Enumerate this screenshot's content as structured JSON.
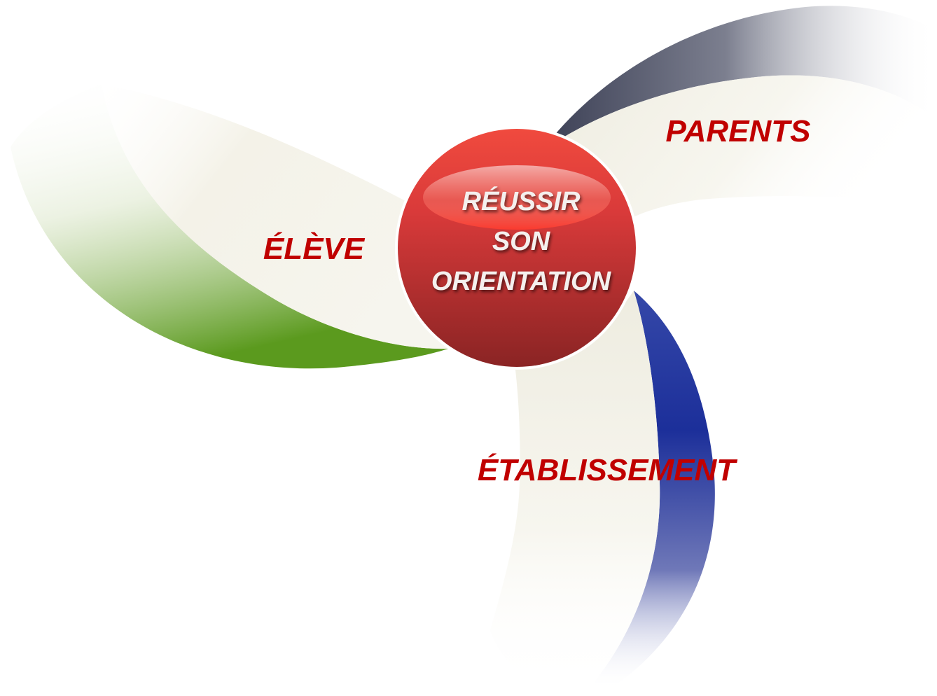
{
  "center": {
    "lines": [
      "RÉUSSIR",
      "SON",
      "ORIENTATION"
    ]
  },
  "petals": {
    "eleve": {
      "label": "ÉLÈVE"
    },
    "parents": {
      "label": "PARENTS"
    },
    "etablissement": {
      "label": "ÉTABLISSEMENT"
    }
  },
  "colors": {
    "label_red": "#c00000",
    "center_light": "#ff3b30",
    "center_dark": "#8e2424",
    "eleve_accent": "#5b9a1e",
    "parents_accent": "#565a6e",
    "etablissement_accent": "#1c2f9a",
    "petal_fill": "#f2f0e4"
  }
}
